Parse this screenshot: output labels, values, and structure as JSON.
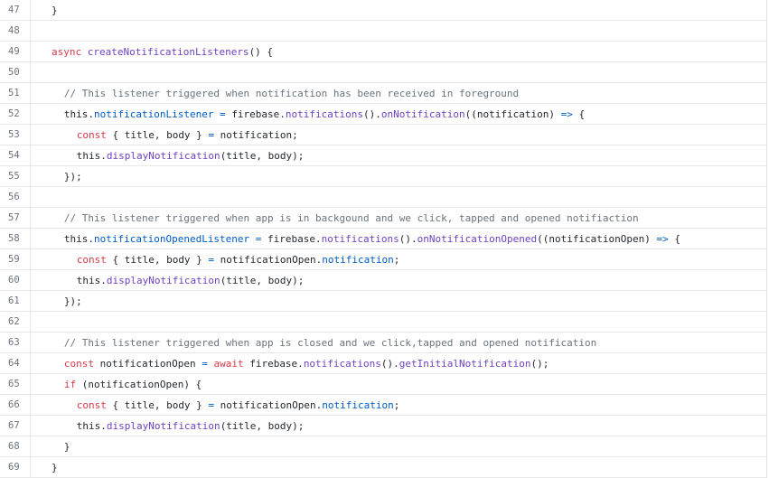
{
  "editor": {
    "lines": [
      {
        "num": "47",
        "indent": 4,
        "tokens": [
          {
            "t": "}",
            "c": "plain"
          }
        ]
      },
      {
        "num": "48",
        "indent": 0,
        "tokens": []
      },
      {
        "num": "49",
        "indent": 4,
        "tokens": [
          {
            "t": "async ",
            "c": "kw"
          },
          {
            "t": "createNotificationListeners",
            "c": "fn"
          },
          {
            "t": "() {",
            "c": "plain"
          }
        ]
      },
      {
        "num": "50",
        "indent": 0,
        "tokens": []
      },
      {
        "num": "51",
        "indent": 6,
        "tokens": [
          {
            "t": "// This listener triggered when notification has been received in foreground",
            "c": "cm"
          }
        ]
      },
      {
        "num": "52",
        "indent": 6,
        "tokens": [
          {
            "t": "this.",
            "c": "plain"
          },
          {
            "t": "notificationListener",
            "c": "prop"
          },
          {
            "t": " = ",
            "c": "op"
          },
          {
            "t": "firebase.",
            "c": "plain"
          },
          {
            "t": "notifications",
            "c": "fn"
          },
          {
            "t": "().",
            "c": "plain"
          },
          {
            "t": "onNotification",
            "c": "fn"
          },
          {
            "t": "((notification) ",
            "c": "plain"
          },
          {
            "t": "=>",
            "c": "op"
          },
          {
            "t": " {",
            "c": "plain"
          }
        ]
      },
      {
        "num": "53",
        "indent": 8,
        "tokens": [
          {
            "t": "const",
            "c": "kw"
          },
          {
            "t": " { title, body } ",
            "c": "plain"
          },
          {
            "t": "=",
            "c": "op"
          },
          {
            "t": " notification;",
            "c": "plain"
          }
        ]
      },
      {
        "num": "54",
        "indent": 8,
        "tokens": [
          {
            "t": "this.",
            "c": "plain"
          },
          {
            "t": "displayNotification",
            "c": "fn"
          },
          {
            "t": "(title, body);",
            "c": "plain"
          }
        ]
      },
      {
        "num": "55",
        "indent": 6,
        "tokens": [
          {
            "t": "});",
            "c": "plain"
          }
        ]
      },
      {
        "num": "56",
        "indent": 0,
        "tokens": []
      },
      {
        "num": "57",
        "indent": 6,
        "tokens": [
          {
            "t": "// This listener triggered when app is in backgound and we click, tapped and opened notifiaction",
            "c": "cm"
          }
        ]
      },
      {
        "num": "58",
        "indent": 6,
        "tokens": [
          {
            "t": "this.",
            "c": "plain"
          },
          {
            "t": "notificationOpenedListener",
            "c": "prop"
          },
          {
            "t": " = ",
            "c": "op"
          },
          {
            "t": "firebase.",
            "c": "plain"
          },
          {
            "t": "notifications",
            "c": "fn"
          },
          {
            "t": "().",
            "c": "plain"
          },
          {
            "t": "onNotificationOpened",
            "c": "fn"
          },
          {
            "t": "((notificationOpen) ",
            "c": "plain"
          },
          {
            "t": "=>",
            "c": "op"
          },
          {
            "t": " {",
            "c": "plain"
          }
        ]
      },
      {
        "num": "59",
        "indent": 8,
        "tokens": [
          {
            "t": "const",
            "c": "kw"
          },
          {
            "t": " { title, body } ",
            "c": "plain"
          },
          {
            "t": "=",
            "c": "op"
          },
          {
            "t": " notificationOpen.",
            "c": "plain"
          },
          {
            "t": "notification",
            "c": "prop"
          },
          {
            "t": ";",
            "c": "plain"
          }
        ]
      },
      {
        "num": "60",
        "indent": 8,
        "tokens": [
          {
            "t": "this.",
            "c": "plain"
          },
          {
            "t": "displayNotification",
            "c": "fn"
          },
          {
            "t": "(title, body);",
            "c": "plain"
          }
        ]
      },
      {
        "num": "61",
        "indent": 6,
        "tokens": [
          {
            "t": "});",
            "c": "plain"
          }
        ]
      },
      {
        "num": "62",
        "indent": 0,
        "tokens": []
      },
      {
        "num": "63",
        "indent": 6,
        "tokens": [
          {
            "t": "// This listener triggered when app is closed and we click,tapped and opened notification",
            "c": "cm"
          }
        ]
      },
      {
        "num": "64",
        "indent": 6,
        "tokens": [
          {
            "t": "const",
            "c": "kw"
          },
          {
            "t": " notificationOpen ",
            "c": "plain"
          },
          {
            "t": "=",
            "c": "op"
          },
          {
            "t": " ",
            "c": "plain"
          },
          {
            "t": "await",
            "c": "kw"
          },
          {
            "t": " firebase.",
            "c": "plain"
          },
          {
            "t": "notifications",
            "c": "fn"
          },
          {
            "t": "().",
            "c": "plain"
          },
          {
            "t": "getInitialNotification",
            "c": "fn"
          },
          {
            "t": "();",
            "c": "plain"
          }
        ]
      },
      {
        "num": "65",
        "indent": 6,
        "tokens": [
          {
            "t": "if",
            "c": "kw"
          },
          {
            "t": " (notificationOpen) {",
            "c": "plain"
          }
        ]
      },
      {
        "num": "66",
        "indent": 8,
        "tokens": [
          {
            "t": "const",
            "c": "kw"
          },
          {
            "t": " { title, body } ",
            "c": "plain"
          },
          {
            "t": "=",
            "c": "op"
          },
          {
            "t": " notificationOpen.",
            "c": "plain"
          },
          {
            "t": "notification",
            "c": "prop"
          },
          {
            "t": ";",
            "c": "plain"
          }
        ]
      },
      {
        "num": "67",
        "indent": 8,
        "tokens": [
          {
            "t": "this.",
            "c": "plain"
          },
          {
            "t": "displayNotification",
            "c": "fn"
          },
          {
            "t": "(title, body);",
            "c": "plain"
          }
        ]
      },
      {
        "num": "68",
        "indent": 6,
        "tokens": [
          {
            "t": "}",
            "c": "plain"
          }
        ]
      },
      {
        "num": "69",
        "indent": 4,
        "tokens": [
          {
            "t": "}",
            "c": "plain"
          }
        ]
      }
    ]
  }
}
